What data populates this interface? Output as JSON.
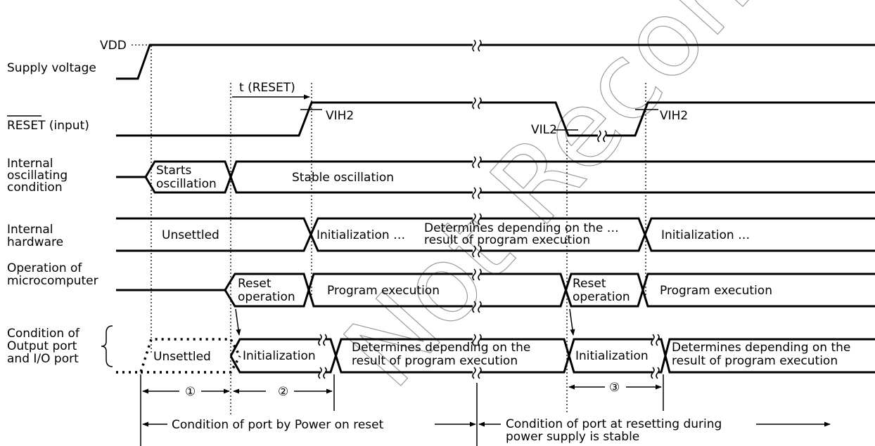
{
  "watermark": "Not Recommended for New Design",
  "left_labels": {
    "vdd": "VDD",
    "supply_voltage": "Supply voltage",
    "reset_input": "RESET (input)",
    "internal_osc": [
      "Internal",
      "oscillating",
      "condition"
    ],
    "internal_hw": [
      "Internal",
      "hardware"
    ],
    "operation": [
      "Operation of",
      "microcomputer"
    ],
    "port_condition": [
      "Condition of",
      "Output port",
      "and I/O port"
    ]
  },
  "annotations": {
    "t_reset": "t (RESET)",
    "vih2": "VIH2",
    "vil2": "VIL2"
  },
  "signal_text": {
    "starts_osc": [
      "Starts",
      "oscillation"
    ],
    "stable_osc": "Stable oscillation",
    "unsettled": "Unsettled",
    "initialization_dots": "Initialization …",
    "determines_dots": [
      "Determines depending on the …",
      "result of program execution"
    ],
    "reset_operation": [
      "Reset",
      "operation"
    ],
    "program_execution": "Program execution",
    "initialization": "Initialization",
    "determines": [
      "Determines depending on the",
      "result of program execution"
    ]
  },
  "periods": {
    "p1": "①",
    "p2": "②",
    "p3": "③",
    "power_on": "Condition of port by Power on reset",
    "stable_supply": [
      "Condition of port at resetting during",
      "power supply is stable"
    ]
  }
}
